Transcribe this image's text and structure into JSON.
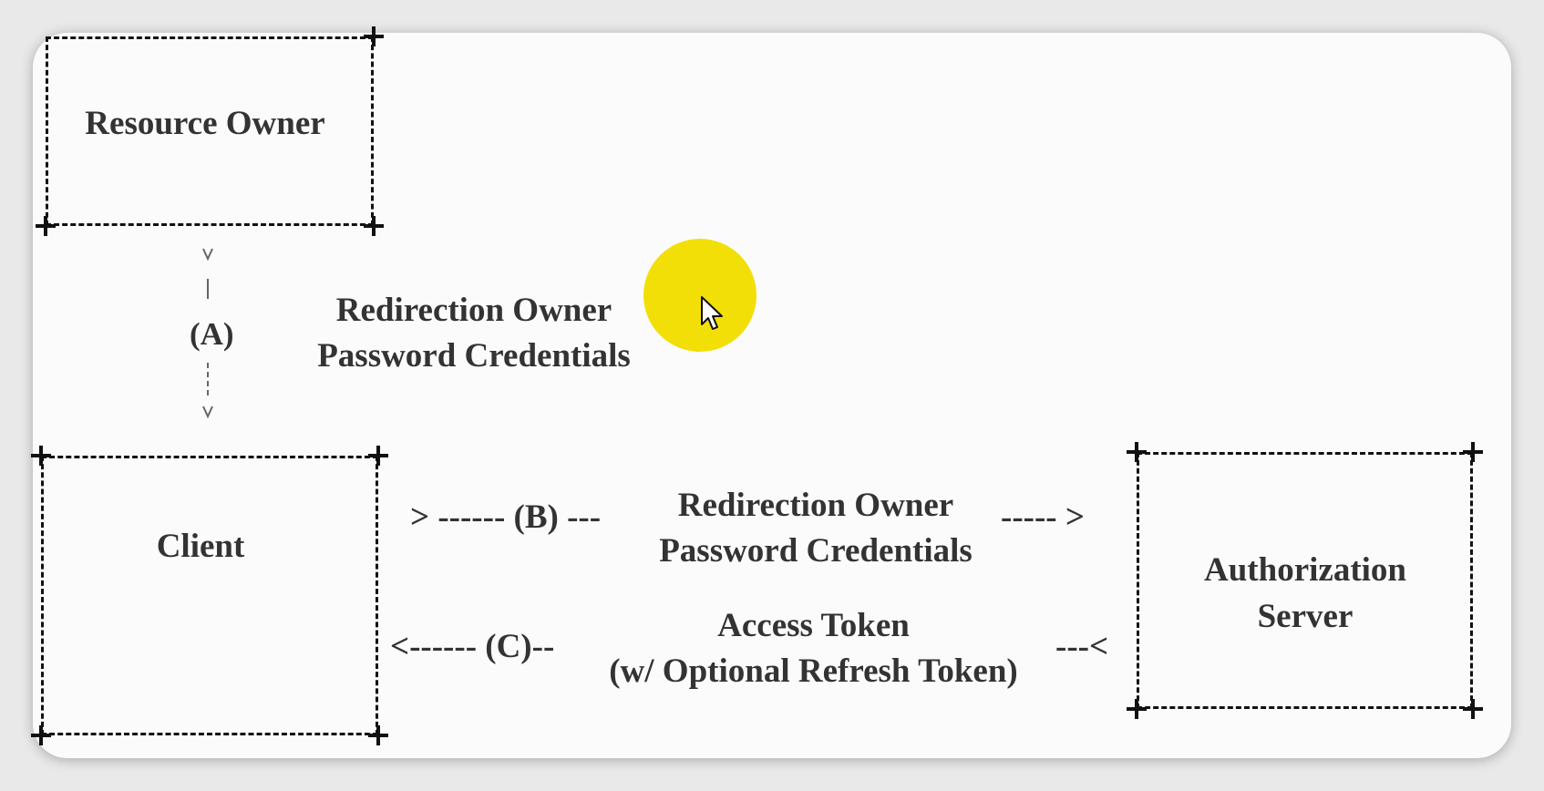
{
  "diagram": {
    "resource_owner": "Resource Owner",
    "client": "Client",
    "authorization_server": {
      "line1": "Authorization",
      "line2": "Server"
    },
    "step_a": {
      "tag": "(A)",
      "line1": "Redirection Owner",
      "line2": "Password Credentials"
    },
    "step_b": {
      "left": "> ------ (B) ---",
      "line1": "Redirection Owner",
      "line2": "Password Credentials",
      "right": "----- >"
    },
    "step_c": {
      "left": "<------ (C)--",
      "line1": "Access Token",
      "line2": "(w/ Optional Refresh Token)",
      "right": "---<"
    }
  },
  "colors": {
    "background": "#e9e9e9",
    "canvas": "#fbfbfb",
    "line": "#111111",
    "text": "#333333",
    "cursor_highlight": "#f3df08"
  },
  "icons": {
    "cursor": "mouse-pointer-icon"
  }
}
